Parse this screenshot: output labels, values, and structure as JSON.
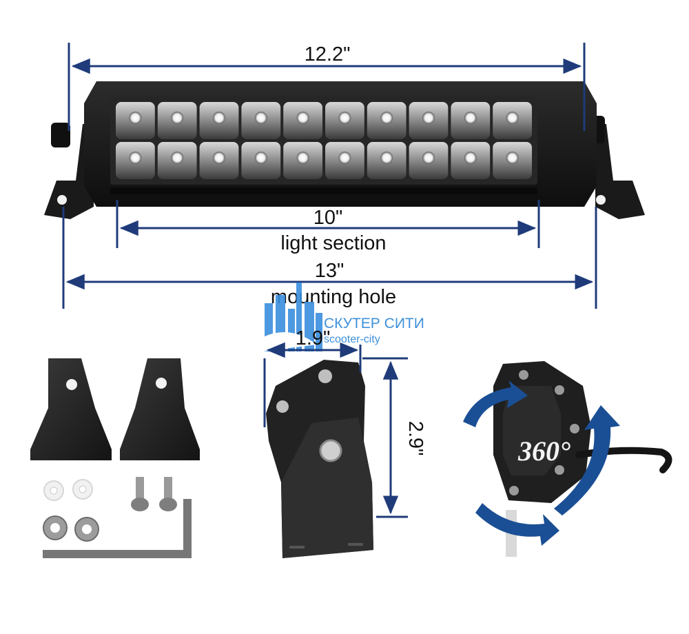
{
  "dimensions": {
    "overall_width": "12.2\"",
    "light_section_width": "10\"",
    "light_section_caption": "light section",
    "mounting_hole_width": "13\"",
    "mounting_hole_caption": "mounting hole",
    "bracket_depth": "1.9\"",
    "bracket_height": "2.9\""
  },
  "rotation_label": "360°",
  "watermark": {
    "name": "СКУТЕР СИТИ",
    "site": "scooter-city"
  },
  "led_grid": {
    "columns": 10,
    "rows": 2
  },
  "colors": {
    "dimension_line": "#1f3b7a",
    "rotation_arrow": "#1b4f95",
    "housing": "#161616",
    "watermark": "#2a84d6"
  }
}
